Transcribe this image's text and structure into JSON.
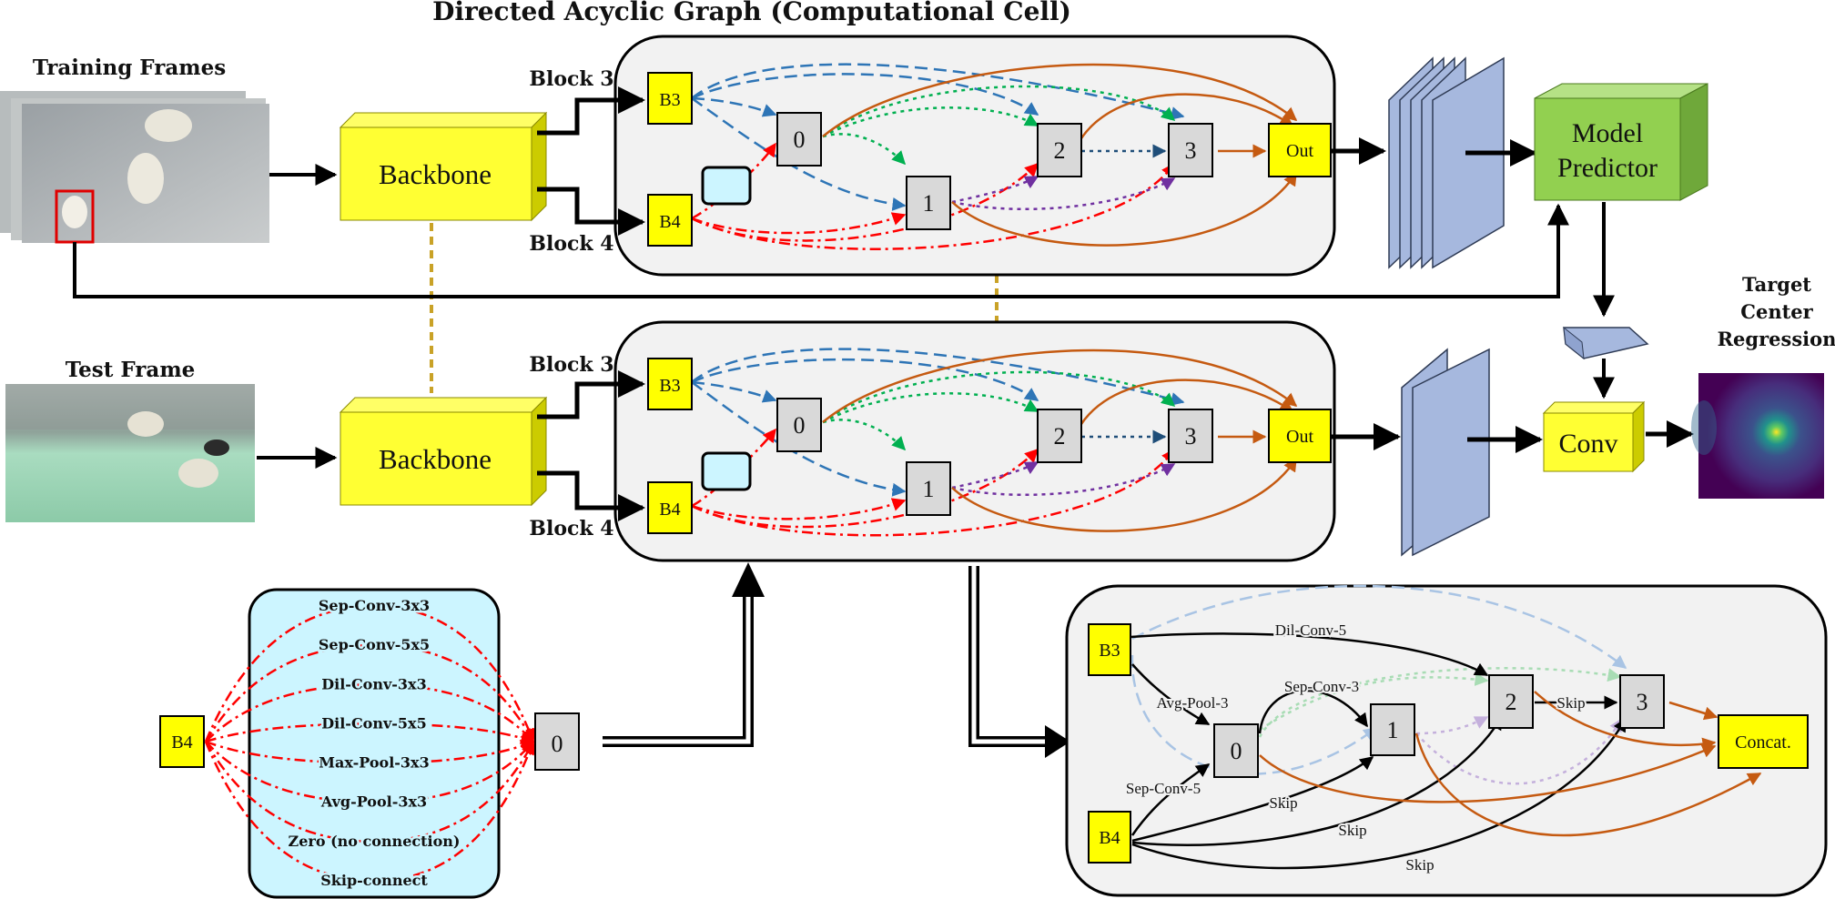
{
  "title": "Directed Acyclic Graph (Computational Cell)",
  "inputs": {
    "training_frames": "Training Frames",
    "test_frame": "Test Frame"
  },
  "backbone_label": "Backbone",
  "block3_label": "Block 3",
  "block4_label": "Block 4",
  "node_labels": {
    "b3": "B3",
    "b4": "B4",
    "n0": "0",
    "n1": "1",
    "n2": "2",
    "n3": "3",
    "out": "Out"
  },
  "model_predictor": [
    "Model",
    "Predictor"
  ],
  "conv_label": "Conv",
  "target_label": [
    "Target",
    "Center",
    "Regression"
  ],
  "operations": {
    "source": "B4",
    "target": "0",
    "items": [
      "Sep-Conv-3x3",
      "Sep-Conv-5x5",
      "Dil-Conv-3x3",
      "Dil-Conv-5x5",
      "Max-Pool-3x3",
      "Avg-Pool-3x3",
      "Zero (no connection)",
      "Skip-connect"
    ]
  },
  "final_cell": {
    "nodes": {
      "b3": "B3",
      "b4": "B4",
      "n0": "0",
      "n1": "1",
      "n2": "2",
      "n3": "3",
      "concat": "Concat."
    },
    "edge_labels": {
      "dil_conv_5": "Dil-Conv-5",
      "avg_pool_3": "Avg-Pool-3",
      "sep_conv_3": "Sep-Conv-3",
      "sep_conv_5": "Sep-Conv-5",
      "skip_23": "Skip",
      "skip_b4_1": "Skip",
      "skip_b4_2": "Skip",
      "skip_b4_3": "Skip"
    }
  },
  "colors": {
    "yellow": "#ffff00",
    "backbone": "#ffff33",
    "node_gray": "#d9d9d9",
    "cell_bg": "#f2f2f2",
    "ops_bg": "#ccf5ff",
    "feature_blue": "#a6b8de",
    "predictor_green": "#92d050",
    "blue_dash": "#2e75b6",
    "green_dot": "#00b050",
    "red_dashdot": "#ff0000",
    "purple_dot": "#7030a0",
    "brown": "#c55a11",
    "teal_dot": "#1f4e79",
    "gold_link": "#c9a227"
  }
}
